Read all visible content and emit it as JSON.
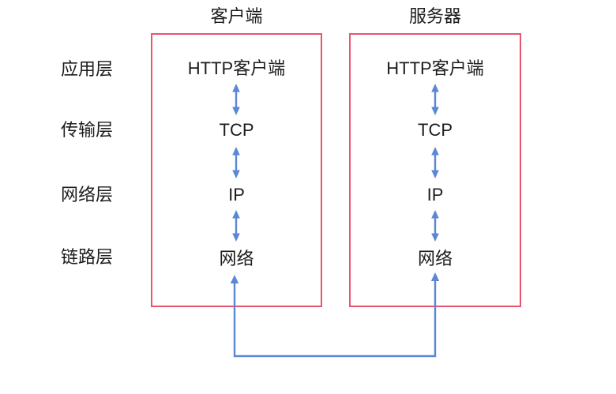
{
  "colors": {
    "box_border": "#e8556e",
    "connector_blue": "#5b87d5",
    "text": "#1c1c1c"
  },
  "side_labels": [
    "应用层",
    "传输层",
    "网络层",
    "链路层"
  ],
  "columns": [
    {
      "title": "客户端",
      "layers": [
        "HTTP客户端",
        "TCP",
        "IP",
        "网络"
      ]
    },
    {
      "title": "服务器",
      "layers": [
        "HTTP客户端",
        "TCP",
        "IP",
        "网络"
      ]
    }
  ]
}
